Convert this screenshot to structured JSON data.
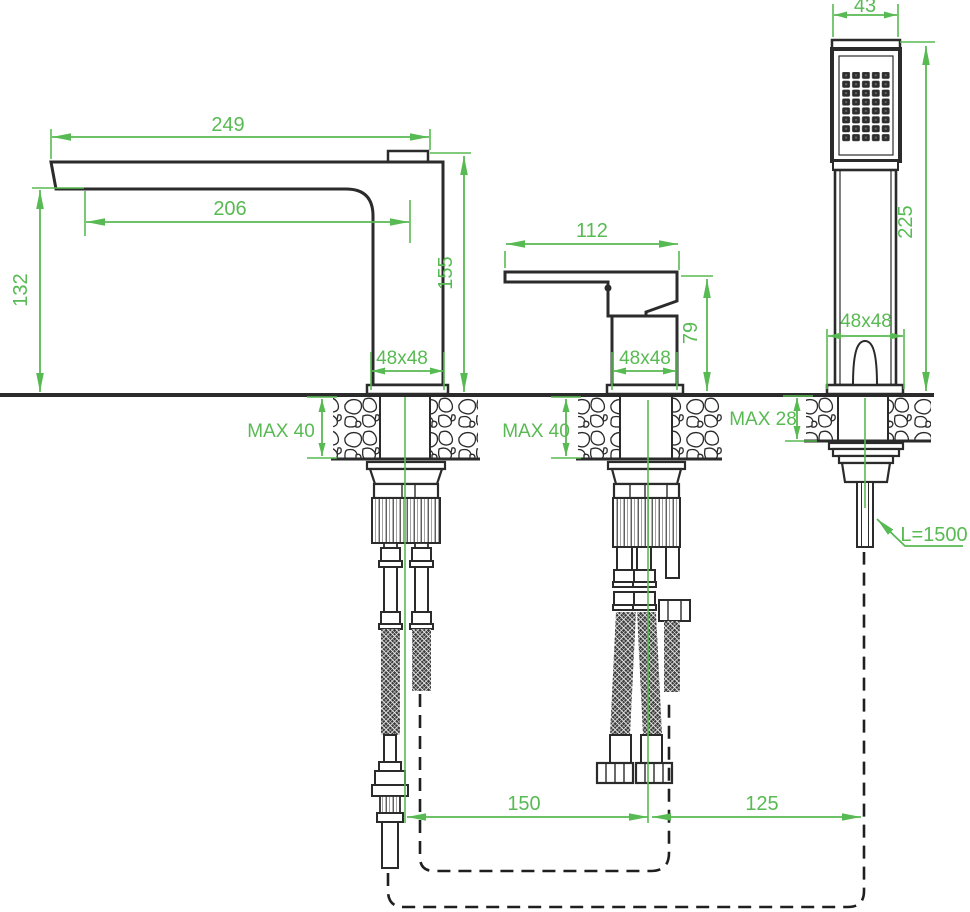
{
  "colors": {
    "dimension_green": "#58ba52",
    "line_dark": "#2b2b2b"
  },
  "spout": {
    "width": "249",
    "reach": "206",
    "height_underside": "132",
    "height_total": "155",
    "base": "48x48",
    "deck_max": "MAX 40"
  },
  "mixer": {
    "width": "112",
    "height": "79",
    "base": "48x48",
    "deck_max": "MAX 40"
  },
  "handshower": {
    "head_width": "43",
    "height": "225",
    "base": "48x48",
    "deck_max": "MAX 28",
    "hose_length": "L=1500"
  },
  "spacing": {
    "spout_to_mixer": "150",
    "mixer_to_shower": "125"
  }
}
